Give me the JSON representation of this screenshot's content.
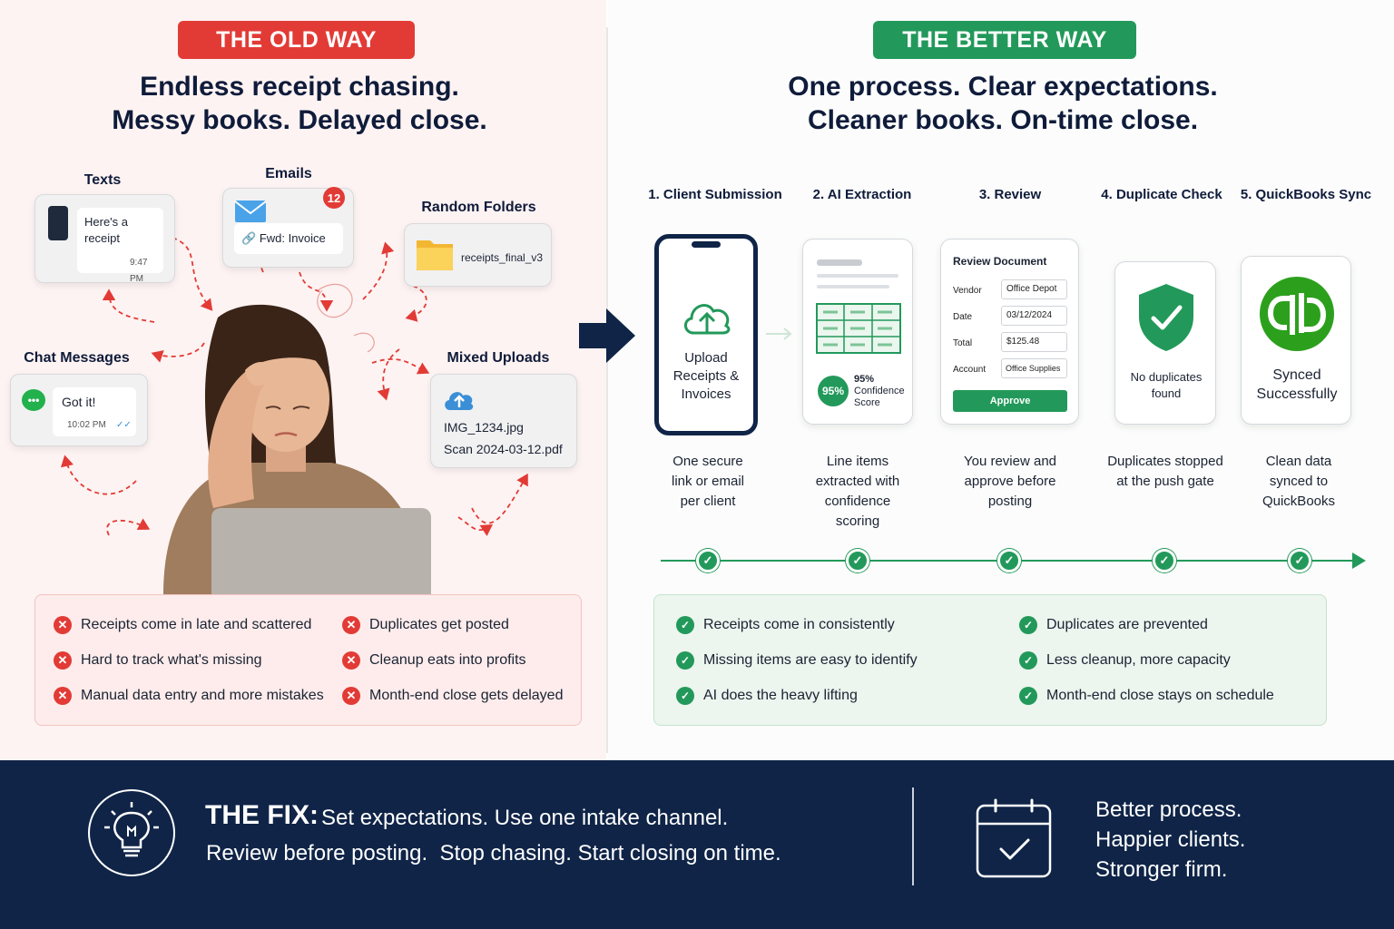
{
  "old": {
    "badge": "THE OLD WAY",
    "headline_1": "Endless receipt chasing.",
    "headline_2": "Messy books. Delayed close.",
    "sources": {
      "texts": {
        "label": "Texts",
        "message_1": "Here's a",
        "message_2": "receipt",
        "time": "9:47 PM"
      },
      "emails": {
        "label": "Emails",
        "count": "12",
        "subject": "Fwd: Invoice"
      },
      "folders": {
        "label": "Random Folders",
        "name": "receipts_final_v3"
      },
      "chat": {
        "label": "Chat Messages",
        "message": "Got it!",
        "time": "10:02 PM"
      },
      "uploads": {
        "label": "Mixed Uploads",
        "file_1": "IMG_1234.jpg",
        "file_2": "Scan 2024-03-12.pdf"
      }
    },
    "problems": [
      "Receipts come in late and scattered",
      "Hard to track what's missing",
      "Manual data entry and more mistakes",
      "Duplicates get posted",
      "Cleanup eats into profits",
      "Month-end close gets delayed"
    ]
  },
  "better": {
    "badge": "THE BETTER WAY",
    "headline_1": "One process. Clear expectations.",
    "headline_2": "Cleaner books. On-time close.",
    "steps": [
      {
        "title": "1. Client Submission",
        "card_1": "Upload",
        "card_2": "Receipts &",
        "card_3": "Invoices",
        "desc_1": "One secure",
        "desc_2": "link or email",
        "desc_3": "per client"
      },
      {
        "title": "2. AI Extraction",
        "percent": "95%",
        "score_1": "95%",
        "score_2": "Confidence",
        "score_3": "Score",
        "desc_1": "Line items",
        "desc_2": "extracted with",
        "desc_3": "confidence",
        "desc_4": "scoring"
      },
      {
        "title": "3. Review",
        "form_title": "Review Document",
        "fields": [
          {
            "label": "Vendor",
            "value": "Office Depot"
          },
          {
            "label": "Date",
            "value": "03/12/2024"
          },
          {
            "label": "Total",
            "value": "$125.48"
          },
          {
            "label": "Account",
            "value": "Office Supplies"
          }
        ],
        "button": "Approve",
        "desc_1": "You review and",
        "desc_2": "approve before",
        "desc_3": "posting"
      },
      {
        "title": "4. Duplicate Check",
        "card_1": "No duplicates",
        "card_2": "found",
        "desc_1": "Duplicates stopped",
        "desc_2": "at the push gate"
      },
      {
        "title": "5. QuickBooks Sync",
        "card_1": "Synced",
        "card_2": "Successfully",
        "desc_1": "Clean data",
        "desc_2": "synced to",
        "desc_3": "QuickBooks"
      }
    ],
    "benefits": [
      "Receipts come in consistently",
      "Missing items are easy to identify",
      "AI does the heavy lifting",
      "Duplicates are prevented",
      "Less cleanup, more capacity",
      "Month-end close stays on schedule"
    ]
  },
  "footer": {
    "fix_label": "THE FIX:",
    "fix_line_1": "Set expectations. Use one intake channel.",
    "fix_line_2": "Review before posting.  Stop chasing. Start closing on time.",
    "tag_1": "Better process.",
    "tag_2": "Happier clients.",
    "tag_3": "Stronger firm."
  },
  "colors": {
    "red": "#e23b36",
    "green": "#22995a",
    "navy": "#0f2447"
  }
}
